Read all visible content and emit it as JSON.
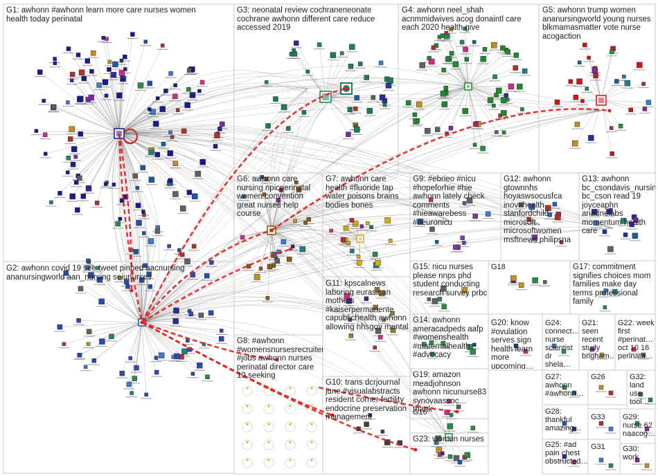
{
  "groups": [
    {
      "id": "G1",
      "label": "G1: awhonn #awhonn learn more care nurses women health today perinatal"
    },
    {
      "id": "G2",
      "label": "G2: awhonn covid 19 see tweet pinned aacnursing ananursingworld aan_nursing seiunurses"
    },
    {
      "id": "G3",
      "label": "G3: neonatal review cochraneneonate cochrane awhonn different care reduce accessed 2019"
    },
    {
      "id": "G4",
      "label": "G4: awhonn neel_shah acnmmidwives acog donaintl care each 2020 health give"
    },
    {
      "id": "G5",
      "label": "G5: awhonn trump women ananursingworld young nurses blkmamasmatter vote nurse acogaction"
    },
    {
      "id": "G6",
      "label": "G6: awhonn care nursing npicperinatal women convention great nurses help course"
    },
    {
      "id": "G7",
      "label": "G7: awhonn care health #fluoride tap water poisons brains bodies bones"
    },
    {
      "id": "G8",
      "label": "G8: #awhonn #womensnursesrecruiter #jobs awhonn nurses perinatal director care 10 seeking"
    },
    {
      "id": "G9",
      "label": "G9: #ebrieo #nicu #hopeforhie #hie awhonn lately check comments #hieawarebess #neuronicu"
    },
    {
      "id": "G10",
      "label": "G10: trans dcrjournal june #visualabstracts resident corner fertility endocrine preservation management"
    },
    {
      "id": "G11",
      "label": "G11: kpscalnews laboring eurasican mothers #kaiserpermanente capublichealth awhonn allowing hhsgov mental"
    },
    {
      "id": "G12",
      "label": "G12: awhonn gtownnhs hoyaswsocusfca inovahealth stanfordchild microsoft microsoftwomen msftnews philipsna"
    },
    {
      "id": "G13",
      "label": "G13: awhonn bc_csondavis_nursing bc_cson read 19 joyceaphn ariadnelabs momentum health care"
    },
    {
      "id": "G14",
      "label": "G14: awhonn ameracadpeds aafp #womenshealth #maternalhealth #advocacy"
    },
    {
      "id": "G15",
      "label": "G15: nicu nurses please nnps phd student conducting research survey prbc"
    },
    {
      "id": "G16",
      "label": "G16"
    },
    {
      "id": "G17",
      "label": "G17: commitment signifies choices mom families make day terms professional family"
    },
    {
      "id": "G18",
      "label": "G18"
    },
    {
      "id": "G19",
      "label": "G19: amazon meadjohnson awhonn nicunurse83 synovaassoc… thank"
    },
    {
      "id": "G20",
      "label": "G20: know #ovulation serves sign health learn more upcoming…"
    },
    {
      "id": "G21",
      "label": "G21: seen recent study brigham…"
    },
    {
      "id": "G22",
      "label": "G22: week first #perinat… oct 10 16 perinata…"
    },
    {
      "id": "G23",
      "label": "G23: women nurses"
    },
    {
      "id": "G24",
      "label": "G24: connect… nurse scientist dr shela…"
    },
    {
      "id": "G25",
      "label": "G25: #ad pain chest obstructed…"
    },
    {
      "id": "G26",
      "label": "G26"
    },
    {
      "id": "G27",
      "label": "G27: awhonn #awhonn…"
    },
    {
      "id": "G28",
      "label": "G28: thankful amazing…"
    },
    {
      "id": "G29",
      "label": "G29: nurse 62 naacog…"
    },
    {
      "id": "G30",
      "label": "G30: work"
    },
    {
      "id": "G31",
      "label": "G31"
    },
    {
      "id": "G32",
      "label": "G32: land use tool…"
    },
    {
      "id": "G33",
      "label": "G33"
    }
  ],
  "colors": {
    "box_border": "#c8c8c8",
    "edge": "#7a7a7a",
    "highlight_edge": "#e02020",
    "G1": "#1a1a8c",
    "G3": "#1e7a5a",
    "G4": "#1e8a2e",
    "G5": "#c81818",
    "G6": "#8a5a10",
    "G7": "#d0b010"
  }
}
